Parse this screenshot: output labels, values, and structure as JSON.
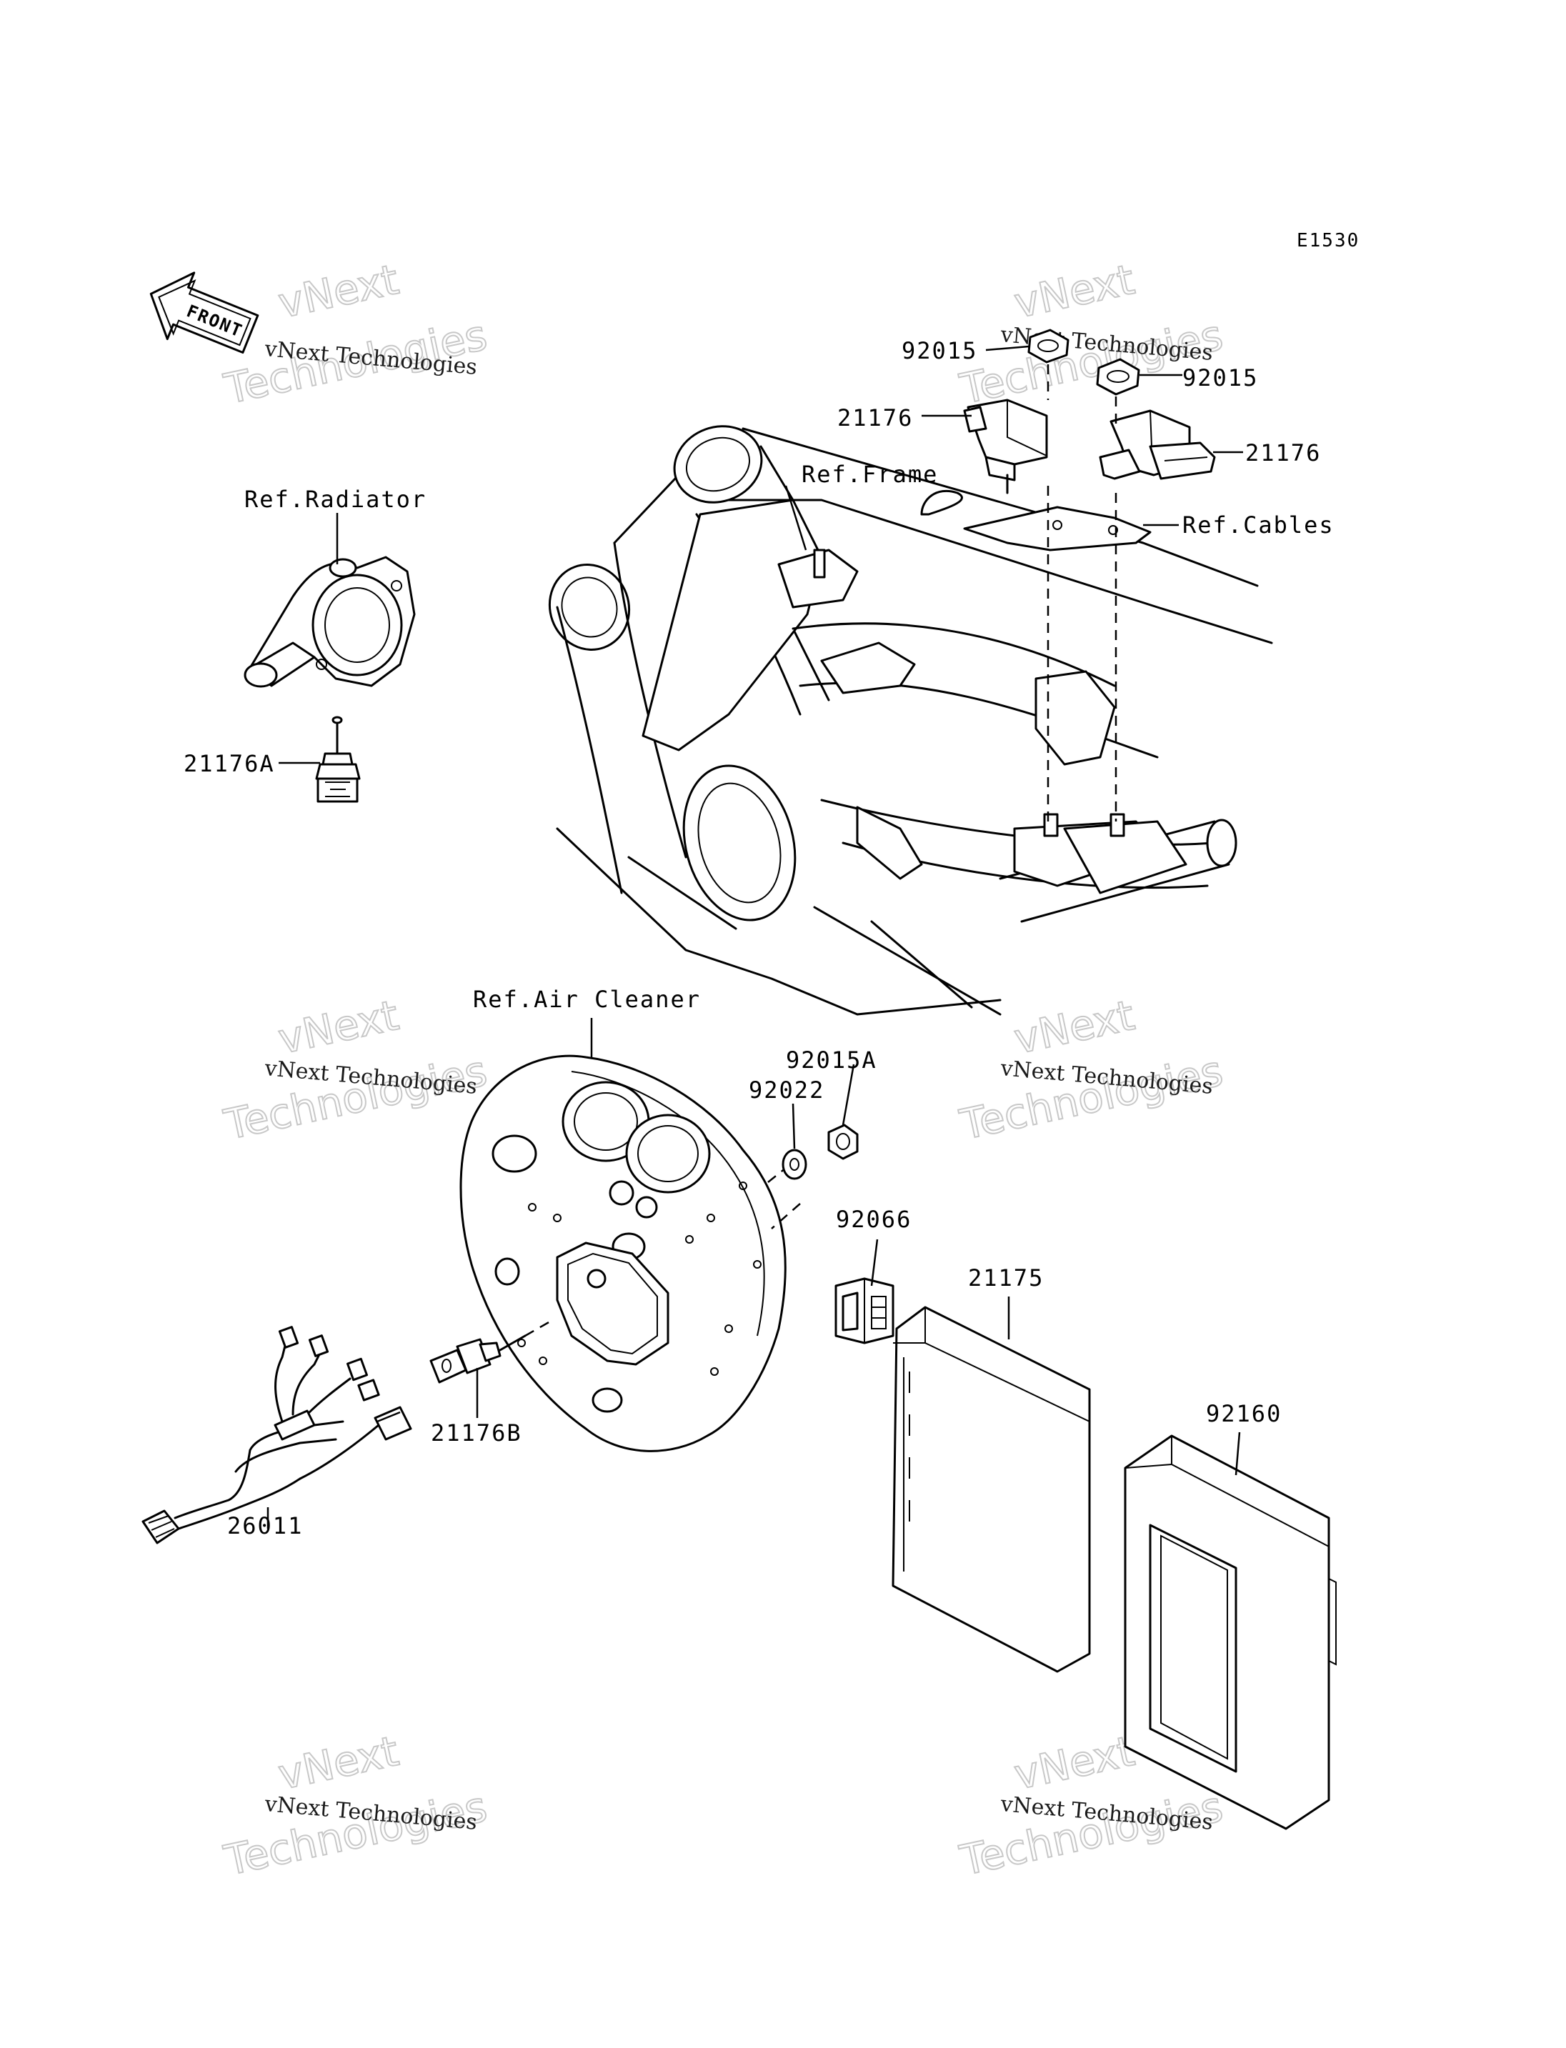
{
  "diagram": {
    "code": "E1530",
    "front_label": "FRONT",
    "watermark": {
      "line1": "vNext Technologies",
      "line2": "vNext",
      "line3": "Technologies"
    },
    "labels": {
      "nut_left": "92015",
      "nut_right": "92015",
      "sensor_left": "21176",
      "sensor_right": "21176",
      "ref_frame": "Ref.Frame",
      "ref_cables": "Ref.Cables",
      "ref_radiator": "Ref.Radiator",
      "sensor_a": "21176A",
      "ref_air_cleaner": "Ref.Air Cleaner",
      "nut_a": "92015A",
      "washer": "92022",
      "connector": "92066",
      "ecu": "21175",
      "cover": "92160",
      "sensor_b": "21176B",
      "harness": "26011"
    }
  }
}
